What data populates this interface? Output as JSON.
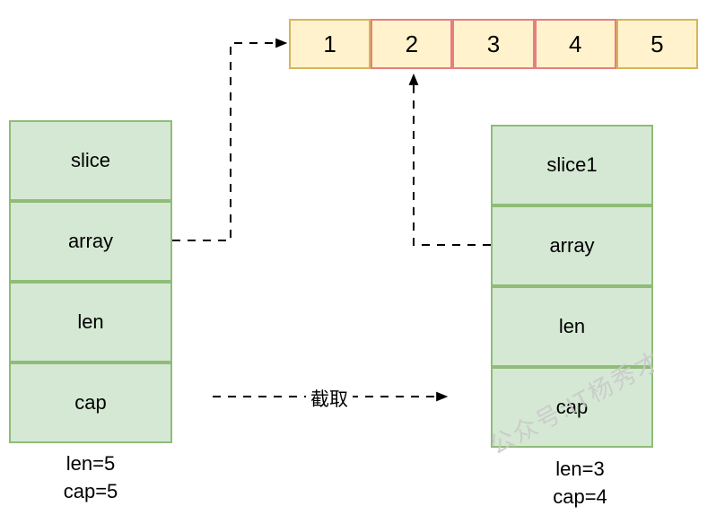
{
  "colors": {
    "background": "#FFFFFF",
    "array_fill": "#FFF2CC",
    "array_border": "#D6B656",
    "sliced_border": "#E57F7F",
    "struct_fill": "#D5E8D4",
    "struct_border": "#8FBC77",
    "connector": "#000000",
    "watermark": "#C9C9C9"
  },
  "array": {
    "cells": [
      {
        "value": "1",
        "sliced": false
      },
      {
        "value": "2",
        "sliced": true
      },
      {
        "value": "3",
        "sliced": true
      },
      {
        "value": "4",
        "sliced": true
      },
      {
        "value": "5",
        "sliced": false
      }
    ]
  },
  "slice_struct": {
    "rows": [
      {
        "label": "slice"
      },
      {
        "label": "array"
      },
      {
        "label": "len"
      },
      {
        "label": "cap"
      }
    ],
    "caption_lines": [
      "len=5",
      "cap=5"
    ]
  },
  "slice1_struct": {
    "rows": [
      {
        "label": "slice1"
      },
      {
        "label": "array"
      },
      {
        "label": "len"
      },
      {
        "label": "cap"
      }
    ],
    "caption_lines": [
      "len=3",
      "cap=4"
    ]
  },
  "operation_arrow": {
    "label": "截取"
  },
  "watermark": {
    "text": "公众号:IT杨秀才"
  }
}
